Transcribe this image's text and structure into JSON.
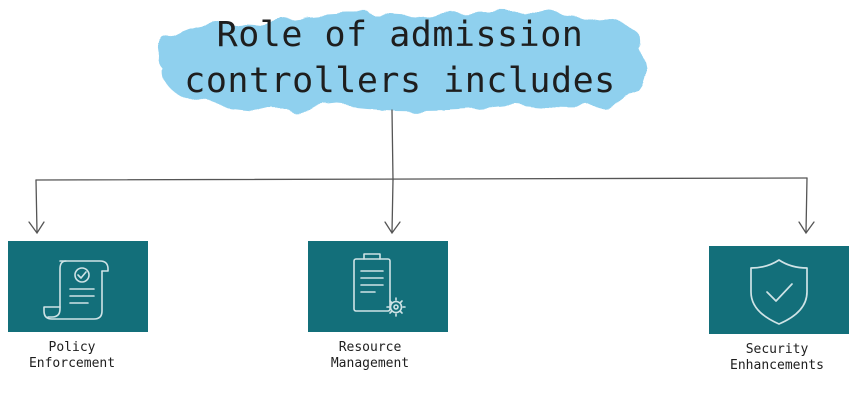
{
  "title": {
    "line1": "Role of admission",
    "line2": "controllers includes"
  },
  "colors": {
    "cloud": "#8fd0ee",
    "card": "#136f7a",
    "line": "#555555",
    "icon": "#cfe3e6",
    "text": "#1e1e1e"
  },
  "nodes": [
    {
      "line1": "Policy",
      "line2": "Enforcement",
      "icon": "scroll-check-icon"
    },
    {
      "line1": "Resource",
      "line2": "Management",
      "icon": "clipboard-gear-icon"
    },
    {
      "line1": "Security",
      "line2": "Enhancements",
      "icon": "shield-check-icon"
    }
  ]
}
